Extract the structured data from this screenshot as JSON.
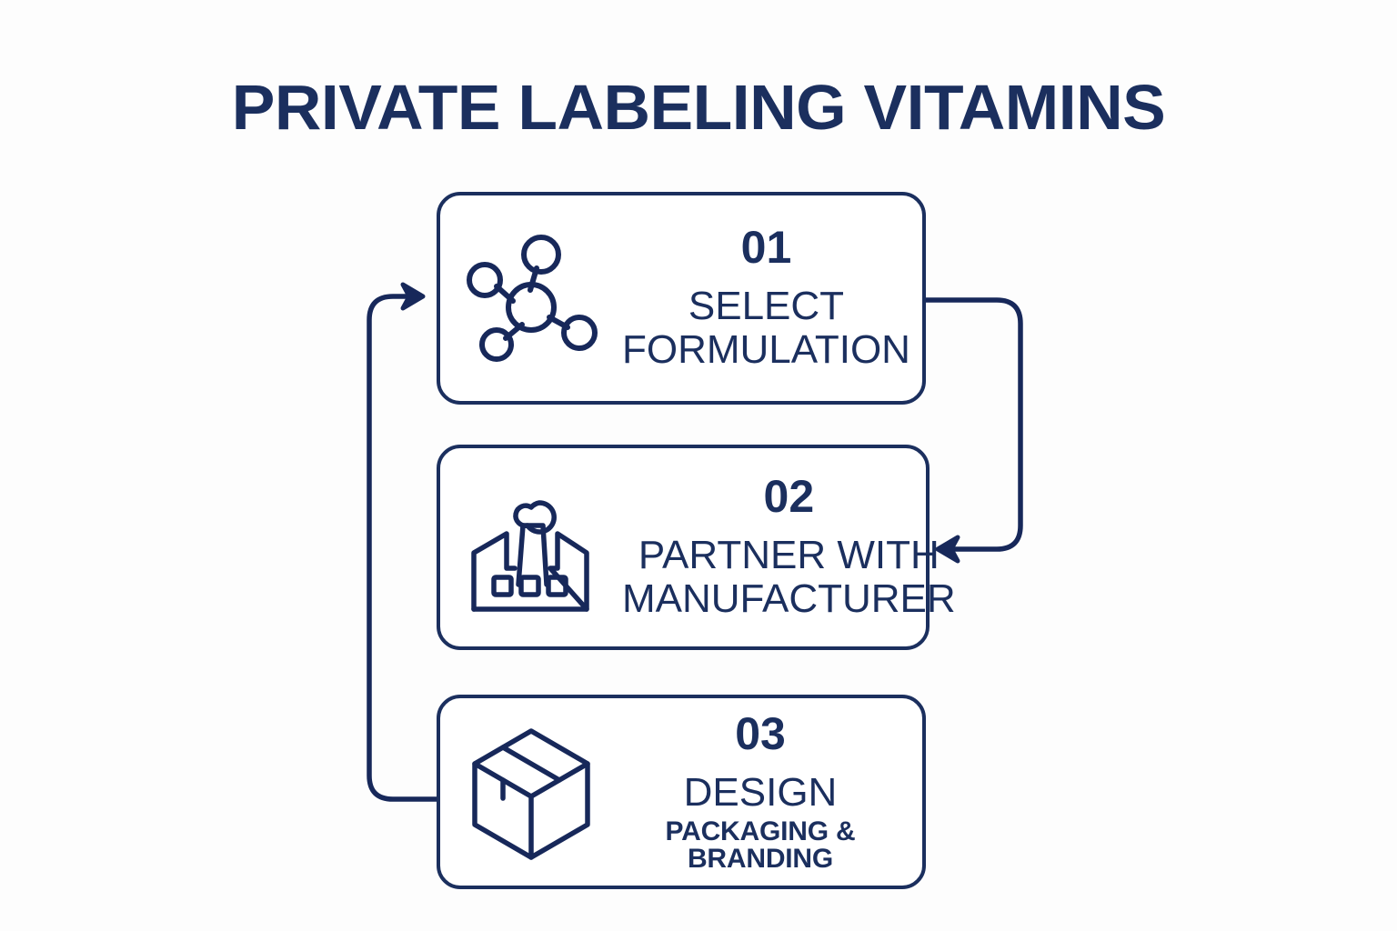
{
  "page": {
    "title": "PRIVATE LABELING VITAMINS",
    "background_color": "#fdfdfd",
    "accent_color": "#1b2f5e"
  },
  "steps": [
    {
      "number": "01",
      "label": "SELECT\nFORMULATION",
      "label_line1": "SELECT",
      "label_line2": "FORMULATION",
      "sublabel": "",
      "icon": "molecule-icon"
    },
    {
      "number": "02",
      "label": "PARTNER WITH\nMANUFACTURER",
      "label_line1": "PARTNER WITH",
      "label_line2": "MANUFACTURER",
      "sublabel": "",
      "icon": "factory-icon"
    },
    {
      "number": "03",
      "label": "DESIGN",
      "label_line1": "DESIGN",
      "label_line2": "",
      "sublabel": "PACKAGING & BRANDING",
      "icon": "box-icon"
    }
  ],
  "connectors": [
    {
      "name": "step1-to-step2",
      "from": "step-01-right",
      "to": "step-02-right",
      "direction": "left-arrow"
    },
    {
      "name": "step3-to-step1",
      "from": "step-03-left",
      "to": "step-01-left",
      "direction": "right-arrow"
    }
  ]
}
